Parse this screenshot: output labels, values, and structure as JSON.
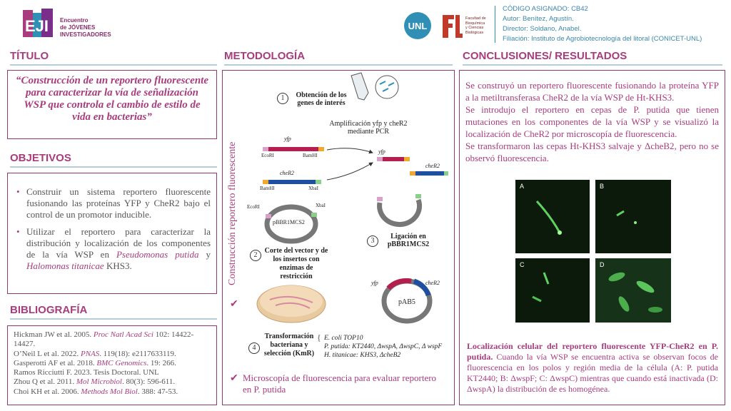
{
  "header": {
    "logo_lines": [
      "Encuentro",
      "de JÓVENES",
      "INVESTIGADORES"
    ],
    "unl": "UNL",
    "fcq_lines": [
      "Facultad de",
      "Bioquímica",
      "y Ciencias",
      "Biológicas"
    ],
    "code": "CÓDIGO ASIGNADO: CB42",
    "author": "Autor: Benítez, Agustín.",
    "director": "Director: Soldano, Anabel.",
    "affiliation": "Filiación: Instituto de Agrobiotecnología del litoral (CONICET-UNL)"
  },
  "headings": {
    "title": "TÍTULO",
    "objectives": "OBJETIVOS",
    "bibliography": "BIBLIOGRAFÍA",
    "methodology": "METODOLOGÍA",
    "conclusions": "CONCLUSIONES/ RESULTADOS"
  },
  "title_text": "“Construcción de un reportero fluorescente para caracterizar la vía de señalización WSP que controla el cambio de estilo de vida en bacterias”",
  "objectives": [
    {
      "pre": "Construir un sistema reportero fluorescente fusionando las proteínas YFP y CheR2 bajo el control de un promotor inducible.",
      "italic": "",
      "post": ""
    },
    {
      "pre": "Utilizar el reportero para caracterizar la distribución y localización de los componentes de la vía WSP en ",
      "italic": "Pseudomonas putida",
      "post": " y ",
      "italic2": "Halomonas titanicae",
      "post2": " KHS3."
    }
  ],
  "bibliography": [
    {
      "pre": "Hickman JW et al. 2005. ",
      "journal": "Proc Natl Acad Sci",
      "post": " 102: 14422-14427."
    },
    {
      "pre": "O’Neil L et al. 2022. ",
      "journal": "PNAS",
      "post": ". 119(18): e2117633119."
    },
    {
      "pre": "Gasperotti AF et al. 2018. ",
      "journal": "BMC Genomics",
      "post": ". 19: 266."
    },
    {
      "pre": "Ramos Ricciutti F. 2023. Tesis Doctoral. UNL",
      "journal": "",
      "post": ""
    },
    {
      "pre": "Zhou Q et al. 2011. ",
      "journal": "Mol Microbiol",
      "post": ". 80(3): 596-611."
    },
    {
      "pre": "Choi KH et al. 2006. ",
      "journal": "Methods Mol Biol",
      "post": ". 388: 47-53."
    }
  ],
  "methodology": {
    "vertical_label": "Construcción reportero fluorescente",
    "step1": "Obtención de los genes de interés",
    "amplification": "Amplificación yfp y cheR2 mediante PCR",
    "yfp": "yfp",
    "cheR2": "cheR2",
    "EcoRI": "EcoRI",
    "BamHI": "BamHI",
    "XbaI": "XbaI",
    "plasmid": "pBBR1MCS2",
    "step2": "Corte del vector y de los insertos con enzimas de restricción",
    "step3": "Ligación en pBBR1MCS2",
    "pab5": "pAB5",
    "step4": "Transformación bacteriana y selección (KmR)",
    "strains": [
      "E. coli TOP10",
      "P. putida: KT2440, ΔwspA, ΔwspC, Δ wspF",
      "H. titanicae: KHS3, ΔcheB2"
    ],
    "numbers": [
      "1",
      "2",
      "3",
      "4"
    ],
    "microscopy": "Microscopía de fluorescencia para evaluar reportero en P. putida"
  },
  "conclusions": [
    "Se construyó un reportero fluorescente fusionando la proteína YFP a la metiltransferasa CheR2 de la vía WSP de Ht-KHS3.",
    "Se introdujo el reportero en cepas de P. putida que tienen mutaciones en los componentes de la vía WSP y se visualizó la localización de CheR2 por microscopía de fluorescencia.",
    "Se transformaron las cepas Ht-KHS3 salvaje y ΔcheB2, pero no se observó fluorescencia."
  ],
  "micro_labels": [
    "A",
    "B",
    "C",
    "D"
  ],
  "caption": {
    "bold": "Localización celular del reportero fluorescente YFP-CheR2 en P. putida.",
    "rest": " Cuando la vía WSP se encuentra activa se observan focos de fluorescencia en los polos y región media de la célula (A: P. putida KT2440; B: ΔwspF; C: ΔwspC) mientras que cuando está inactivada (D: ΔwspA) la distribución de es homogénea."
  },
  "colors": {
    "accent": "#a83c7c",
    "blue": "#2f8fb5",
    "rule": "#b7cdd6"
  }
}
